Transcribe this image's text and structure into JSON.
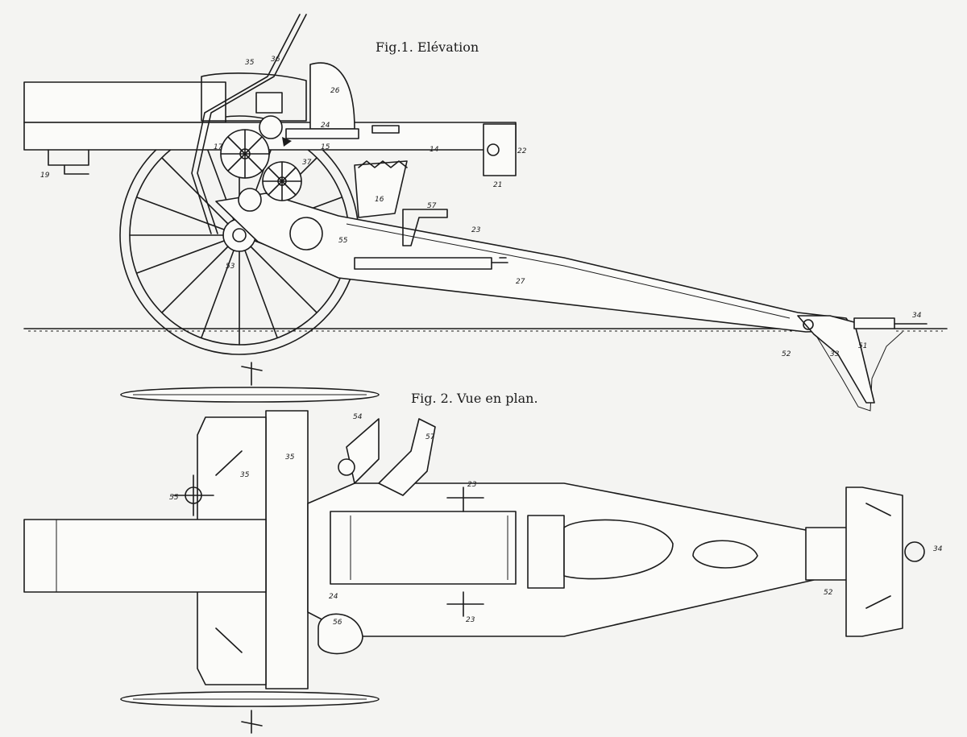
{
  "fig1": {
    "title": "Fig.1. Elévation",
    "labels": {
      "n14": "14",
      "n15": "15",
      "n16": "16",
      "n17": "17",
      "n19": "19",
      "n21": "21",
      "n22": "22",
      "n23": "23",
      "n24": "24",
      "n26": "26",
      "n27": "27",
      "n33": "33",
      "n34": "34",
      "n35": "35",
      "n36": "36",
      "n37": "37",
      "n51": "51",
      "n52": "52",
      "n53": "53",
      "n55": "55",
      "n57": "57"
    }
  },
  "fig2": {
    "title": "Fig. 2. Vue en plan.",
    "labels": {
      "n23a": "23",
      "n23b": "23",
      "n24": "24",
      "n34": "34",
      "n35a": "35",
      "n35b": "35",
      "n52": "52",
      "n54": "54",
      "n55": "55",
      "n56": "56",
      "n57": "57"
    }
  }
}
